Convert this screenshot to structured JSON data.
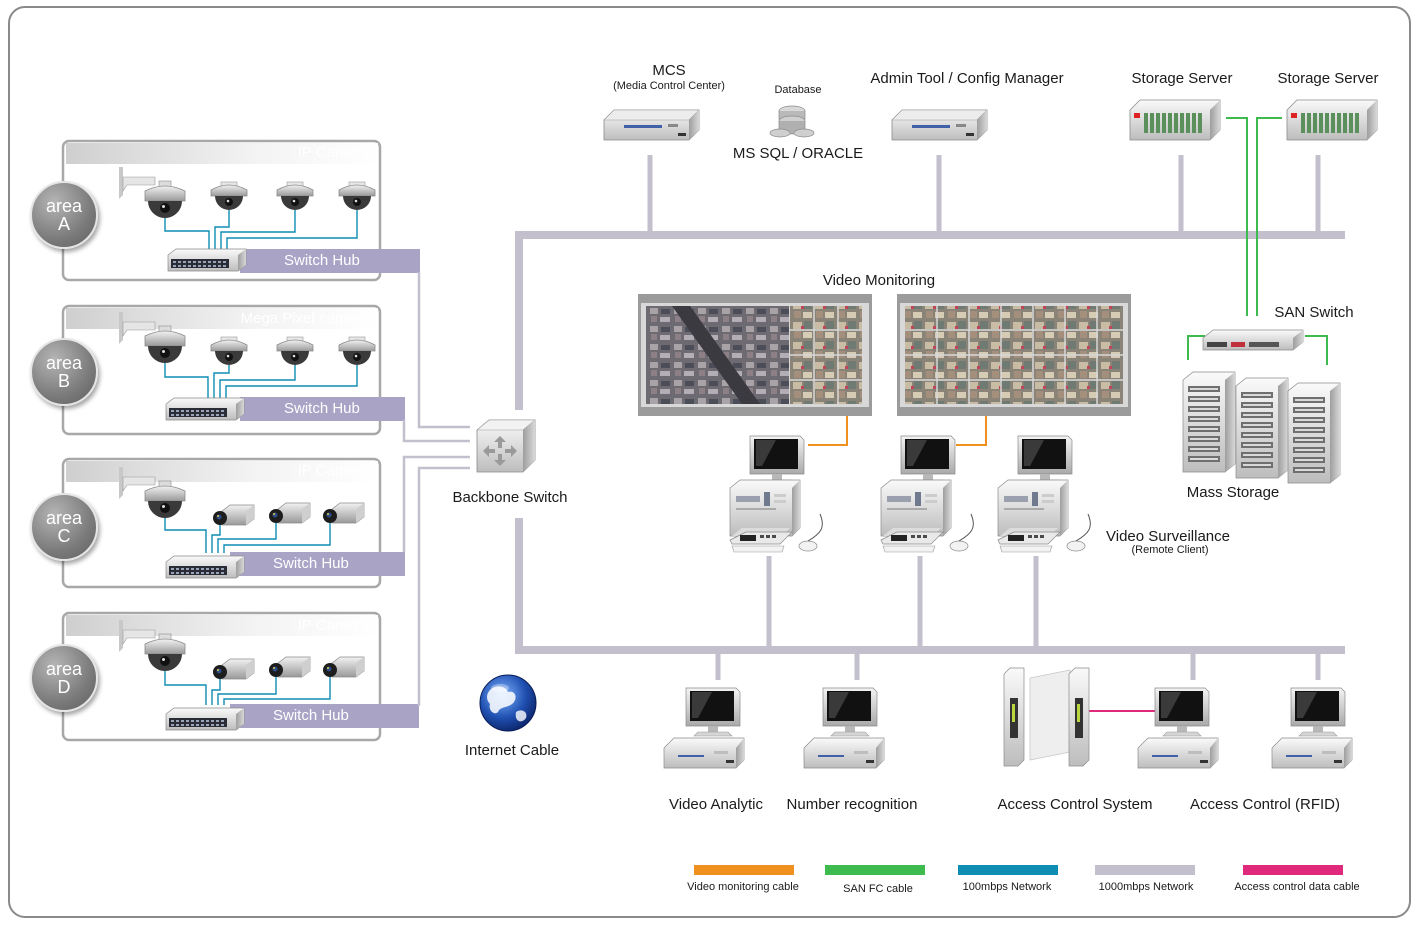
{
  "areas": [
    {
      "word": "area",
      "letter": "A",
      "camera_label": "IP Camera",
      "hub_label": "Switch Hub"
    },
    {
      "word": "area",
      "letter": "B",
      "camera_label": "Mega Pixel camera",
      "hub_label": "Switch Hub"
    },
    {
      "word": "area",
      "letter": "C",
      "camera_label": "IP Camera",
      "hub_label": "Switch Hub"
    },
    {
      "word": "area",
      "letter": "D",
      "camera_label": "IP Camera",
      "hub_label": "Switch Hub"
    }
  ],
  "backbone_switch": "Backbone Switch",
  "internet_cable": "Internet Cable",
  "servers": {
    "mcs_title": "MCS",
    "mcs_subtitle": "(Media Control Center)",
    "database_title": "Database",
    "database_subtitle": "MS SQL / ORACLE",
    "admin_tool": "Admin Tool / Config Manager",
    "storage_server_1": "Storage Server",
    "storage_server_2": "Storage Server"
  },
  "video_monitoring": "Video Monitoring",
  "san_switch": "SAN Switch",
  "mass_storage": "Mass Storage",
  "video_surveillance_title": "Video Surveillance",
  "video_surveillance_subtitle": "(Remote Client)",
  "clients": {
    "video_analytic": "Video Analytic",
    "number_recognition": "Number recognition",
    "access_control_system": "Access Control System",
    "access_control_rfid": "Access Control (RFID)"
  },
  "legend": [
    {
      "label": "Video monitoring cable",
      "color": "#f0901e"
    },
    {
      "label": "SAN FC cable",
      "color": "#3dbb4f"
    },
    {
      "label": "100mbps Network",
      "color": "#0f8db3"
    },
    {
      "label": "1000mbps Network",
      "color": "#c3bfcd"
    },
    {
      "label": "Access control data cable",
      "color": "#e0297a"
    }
  ],
  "colors": {
    "network_1000": "#c3bfcd",
    "network_100": "#0f8db3",
    "video_cable": "#f0901e",
    "san_cable": "#3dbb4f",
    "access_cable": "#e0297a",
    "hub_band": "#a9a3c6",
    "frame_border": "#8a8a8a"
  }
}
